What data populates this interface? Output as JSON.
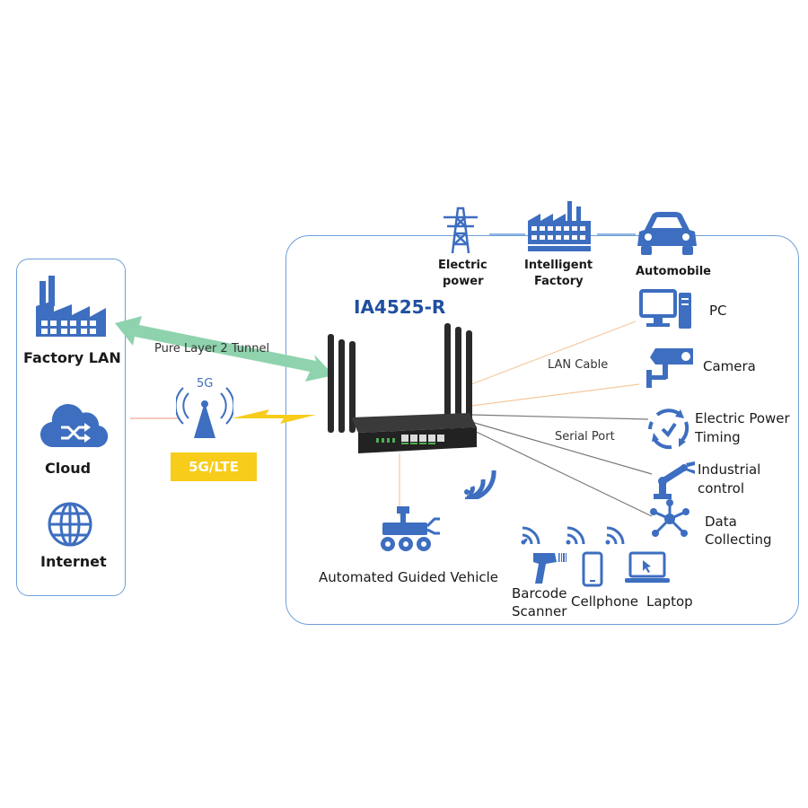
{
  "left_panel": {
    "items": [
      {
        "label": "Factory LAN",
        "icon": "factory-icon"
      },
      {
        "label": "Cloud",
        "icon": "cloud-shuffle-icon"
      },
      {
        "label": "Internet",
        "icon": "globe-icon"
      }
    ]
  },
  "link": {
    "tunnel_label": "Pure Layer 2 Tunnel",
    "tower_label": "5G",
    "badge_label": "5G/LTE"
  },
  "router": {
    "model": "IA4525-R"
  },
  "top_icons": [
    {
      "label_line1": "Electric",
      "label_line2": "power",
      "icon": "power-tower-icon"
    },
    {
      "label_line1": "Intelligent",
      "label_line2": "Factory",
      "icon": "smart-factory-icon"
    },
    {
      "label_line1": "Automobile",
      "label_line2": "",
      "icon": "car-icon"
    }
  ],
  "connections": {
    "lan_label": "LAN Cable",
    "serial_label": "Serial Port"
  },
  "right_devices": [
    {
      "label_line1": "PC",
      "label_line2": "",
      "icon": "pc-icon"
    },
    {
      "label_line1": "Camera",
      "label_line2": "",
      "icon": "camera-icon"
    },
    {
      "label_line1": "Electric Power",
      "label_line2": "Timing",
      "icon": "timing-cycle-icon"
    },
    {
      "label_line1": "Industrial",
      "label_line2": "control",
      "icon": "robot-arm-icon"
    },
    {
      "label_line1": "Data",
      "label_line2": "Collecting",
      "icon": "data-network-icon"
    }
  ],
  "bottom_devices": {
    "agv": "Automated Guided Vehicle",
    "scanner_line1": "Barcode",
    "scanner_line2": "Scanner",
    "cellphone": "Cellphone",
    "laptop": "Laptop"
  },
  "colors": {
    "icon_blue": "#3d6ec0",
    "panel_border": "#6e9fd8",
    "tunnel_arrow": "#8fd3ae",
    "badge_yellow": "#f7cc1b",
    "lan_line": "#f5c9a0",
    "serial_line": "#7a7a7a"
  }
}
